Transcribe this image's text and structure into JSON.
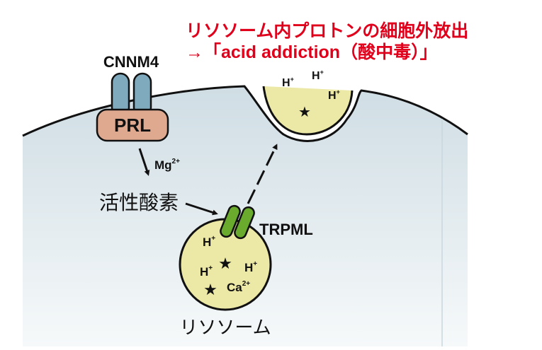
{
  "title": {
    "line1": "リソソーム内プロトンの細胞外放出",
    "line2": "→「acid addiction（酸中毒）」"
  },
  "labels": {
    "cnnm4": "CNNM4",
    "prl": "PRL",
    "mg": "Mg",
    "mg_charge": "2+",
    "ros": "活性酸素",
    "trpml": "TRPML",
    "lysosome": "リソソーム",
    "proton": "H",
    "proton_charge": "+",
    "calcium": "Ca",
    "calcium_charge": "2+"
  },
  "colors": {
    "title": "#e0001b",
    "cytoplasm": "#d9e5ea",
    "membrane": "#111111",
    "cnnm4_channel": "#7fa9bd",
    "prl": "#dfa990",
    "trpml_channel": "#6aab2e",
    "vesicle": "#ece8a6"
  }
}
